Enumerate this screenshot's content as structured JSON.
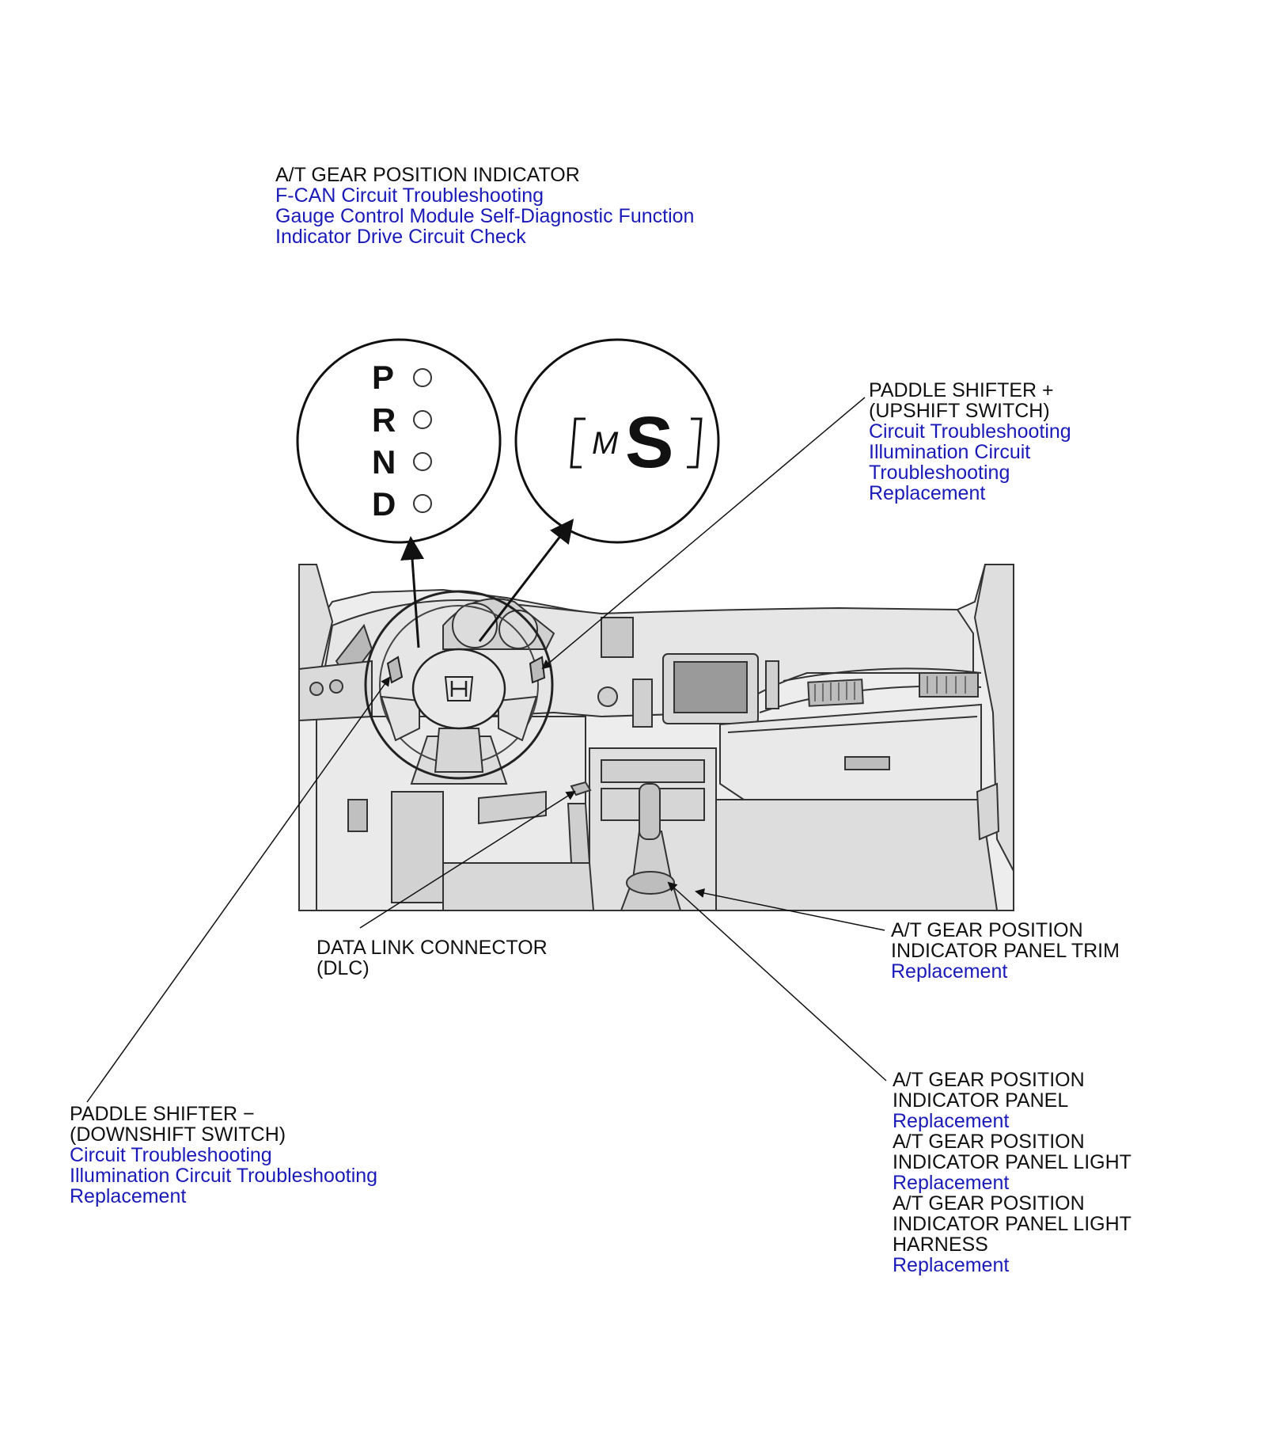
{
  "callouts": {
    "indicator": {
      "heading": "A/T GEAR POSITION INDICATOR",
      "links": [
        "F-CAN Circuit Troubleshooting",
        "Gauge Control Module Self-Diagnostic Function",
        "Indicator Drive Circuit Check"
      ]
    },
    "paddle_up": {
      "heading1": "PADDLE SHIFTER +",
      "heading2": "(UPSHIFT SWITCH)",
      "links": [
        "Circuit Troubleshooting",
        "Illumination Circuit",
        "Troubleshooting",
        "Replacement"
      ]
    },
    "dlc": {
      "heading1": "DATA LINK CONNECTOR",
      "heading2": "(DLC)"
    },
    "panel_trim": {
      "heading1": "A/T GEAR POSITION",
      "heading2": "INDICATOR PANEL TRIM",
      "links": [
        "Replacement"
      ]
    },
    "paddle_down": {
      "heading1": "PADDLE SHIFTER −",
      "heading2": "(DOWNSHIFT SWITCH)",
      "links": [
        "Circuit Troubleshooting",
        "Illumination Circuit Troubleshooting",
        "Replacement"
      ]
    },
    "panel": {
      "panel_h1": "A/T GEAR POSITION",
      "panel_h2": "INDICATOR PANEL",
      "panel_link": "Replacement",
      "light_h1": "A/T GEAR POSITION",
      "light_h2": "INDICATOR PANEL LIGHT",
      "light_link": "Replacement",
      "harness_h1": "A/T GEAR POSITION",
      "harness_h2": "INDICATOR PANEL LIGHT",
      "harness_h3": "HARNESS",
      "harness_link": "Replacement"
    }
  },
  "gear_indicator": {
    "letters": [
      "P",
      "R",
      "N",
      "D"
    ],
    "mode_letter": "M",
    "mode_digit": "S"
  }
}
